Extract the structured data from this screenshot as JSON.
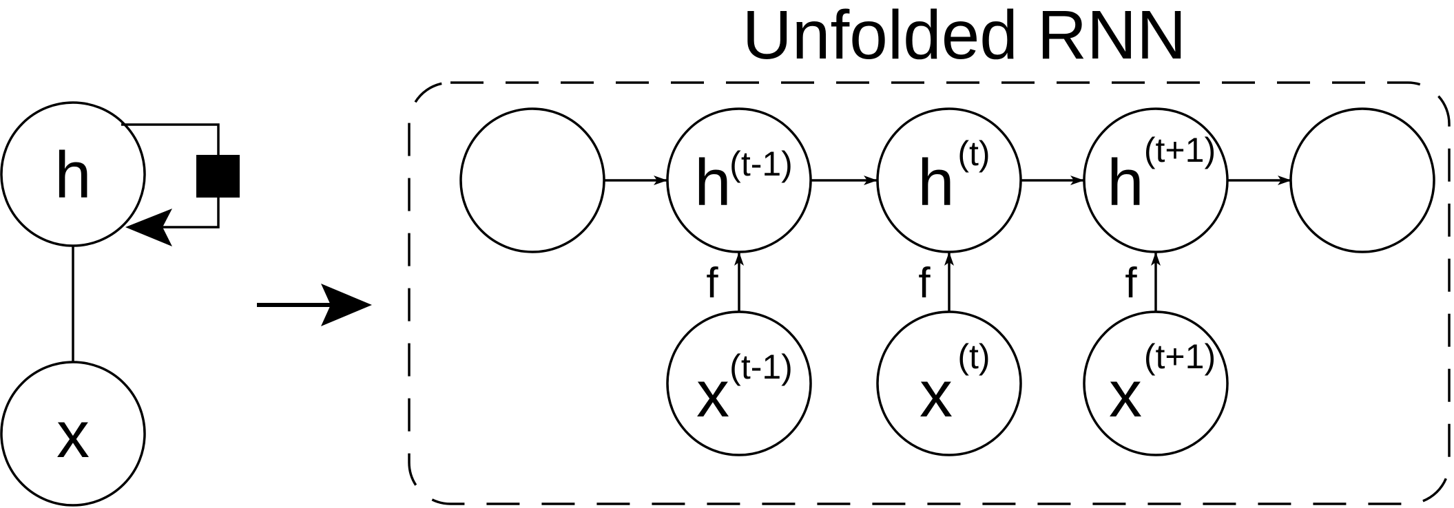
{
  "title": "Unfolded RNN",
  "folded": {
    "hidden_label": "h",
    "input_label": "x"
  },
  "unfolded": {
    "hidden_nodes": [
      {
        "label": "",
        "superscript": ""
      },
      {
        "label": "h",
        "superscript": "(t-1)"
      },
      {
        "label": "h",
        "superscript": "(t)"
      },
      {
        "label": "h",
        "superscript": "(t+1)"
      },
      {
        "label": "",
        "superscript": ""
      }
    ],
    "input_nodes": [
      {
        "label": "x",
        "superscript": "(t-1)"
      },
      {
        "label": "x",
        "superscript": "(t)"
      },
      {
        "label": "x",
        "superscript": "(t+1)"
      }
    ],
    "edge_label": "f"
  }
}
